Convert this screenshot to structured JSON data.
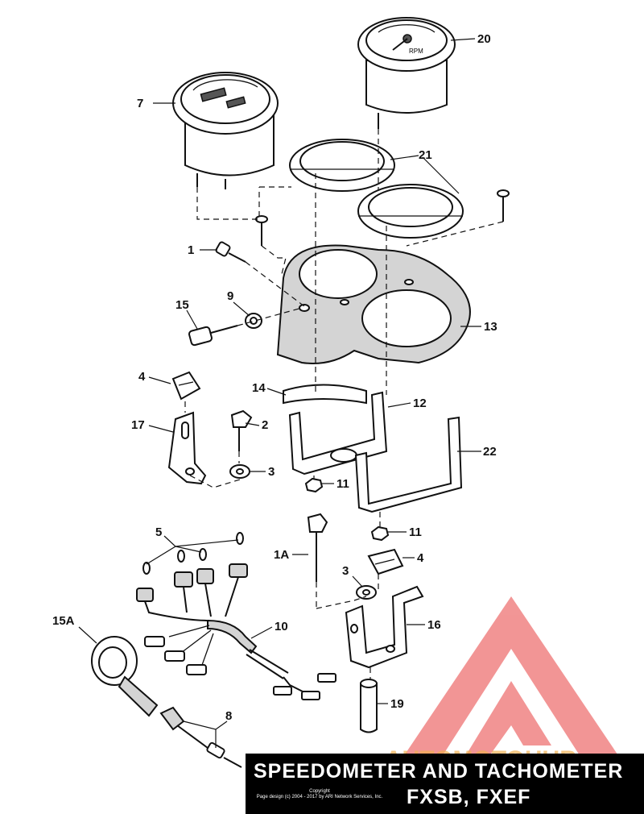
{
  "title": {
    "line1": "SPEEDOMETER AND TACHOMETER",
    "line2": "FXSB, FXEF",
    "copyright_line1": "Copyright",
    "copyright_line2": "Page design (c) 2004 - 2017 by ARI Network Services, Inc."
  },
  "watermark": {
    "text": "AUTOMOTOHUB",
    "color": "#e84040"
  },
  "labels": [
    {
      "id": "7",
      "text": "7"
    },
    {
      "id": "20",
      "text": "20"
    },
    {
      "id": "21",
      "text": "21"
    },
    {
      "id": "1",
      "text": "1"
    },
    {
      "id": "9",
      "text": "9"
    },
    {
      "id": "15",
      "text": "15"
    },
    {
      "id": "13",
      "text": "13"
    },
    {
      "id": "4a",
      "text": "4"
    },
    {
      "id": "14",
      "text": "14"
    },
    {
      "id": "12",
      "text": "12"
    },
    {
      "id": "17",
      "text": "17"
    },
    {
      "id": "2",
      "text": "2"
    },
    {
      "id": "3a",
      "text": "3"
    },
    {
      "id": "22",
      "text": "22"
    },
    {
      "id": "11a",
      "text": "11"
    },
    {
      "id": "5",
      "text": "5"
    },
    {
      "id": "11b",
      "text": "11"
    },
    {
      "id": "1A",
      "text": "1A"
    },
    {
      "id": "4b",
      "text": "4"
    },
    {
      "id": "3b",
      "text": "3"
    },
    {
      "id": "16",
      "text": "16"
    },
    {
      "id": "15A",
      "text": "15A"
    },
    {
      "id": "10",
      "text": "10"
    },
    {
      "id": "19",
      "text": "19"
    },
    {
      "id": "8",
      "text": "8"
    }
  ]
}
